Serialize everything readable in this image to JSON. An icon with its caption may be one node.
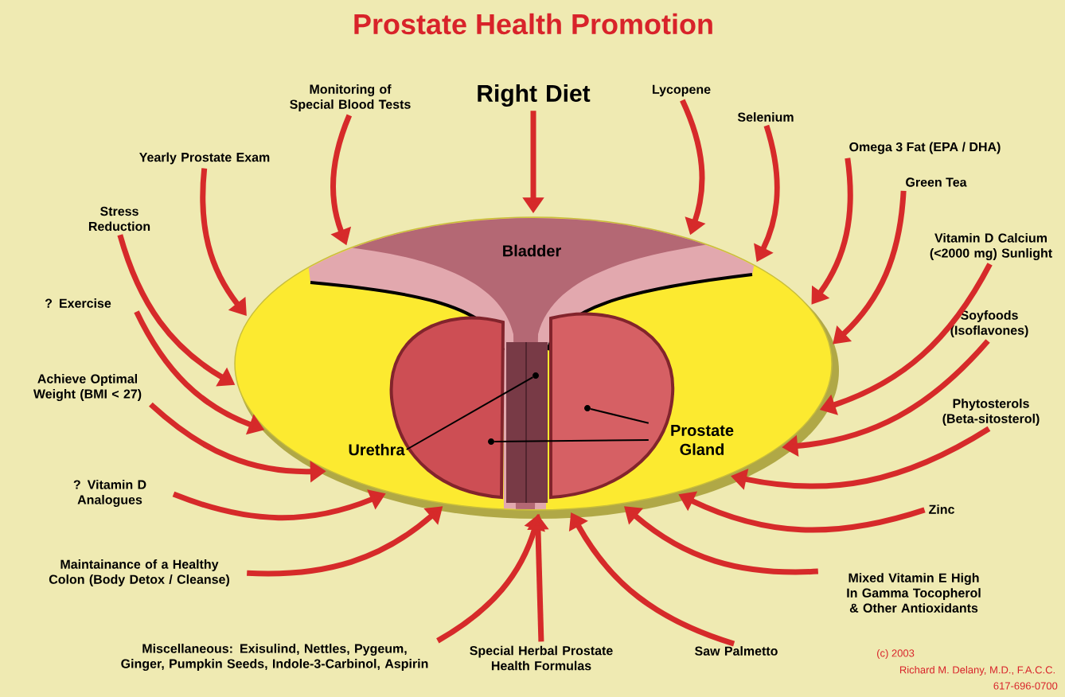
{
  "diagram": {
    "title": "Prostate Health Promotion",
    "nodes": [
      {
        "text": [
          "Bladder"
        ]
      },
      {
        "text": [
          "Urethra"
        ],
        "in": 0
      },
      {
        "text": [
          "Prostate Gland"
        ],
        "in": 0
      },
      {
        "text": [
          "Right Diet"
        ]
      },
      {
        "text": [
          "Monitoring of Special Blood Tests"
        ]
      },
      {
        "text": [
          "Yearly Prostate Exam"
        ]
      },
      {
        "text": [
          "Stress Reduction"
        ]
      },
      {
        "text": [
          "? Exercise"
        ]
      },
      {
        "text": [
          "Achieve Optimal Weight (BMI < 27)"
        ]
      },
      {
        "text": [
          "? Vitamin D Analogues"
        ]
      },
      {
        "text": [
          "Maintainance of a Healthy Colon (Body Detox / Cleanse)"
        ]
      },
      {
        "text": [
          "Miscellaneous: Exisulind, Nettles, Pygeum, Ginger, Pumpkin Seeds, Indole-3-Carbinol, Aspirin"
        ]
      },
      {
        "text": [
          "Special Herbal Prostate Health Formulas"
        ]
      },
      {
        "text": [
          "Saw Palmetto"
        ]
      },
      {
        "text": [
          "Mixed Vitamin E High In Gamma Tocopherol & Other Antioxidants"
        ]
      },
      {
        "text": [
          "Zinc"
        ]
      },
      {
        "text": [
          "Phytosterols (Beta-sitosterol)"
        ]
      },
      {
        "text": [
          "Soyfoods (Isoflavones)"
        ]
      },
      {
        "text": [
          "Vitamin D Calcium (<2000 mg) Sunlight"
        ]
      },
      {
        "text": [
          "Green Tea"
        ]
      },
      {
        "text": [
          "Omega 3 Fat (EPA / DHA)"
        ]
      },
      {
        "text": [
          "Selenium"
        ]
      },
      {
        "text": [
          "Lycopene"
        ]
      },
      {
        "text": [],
        "shape": "circle",
        "in": 0
      },
      {
        "text": [],
        "shape": "circle",
        "in": 0
      },
      {
        "text": [],
        "shape": "circle",
        "in": 0
      }
    ],
    "edges": [
      {
        "from": 3,
        "to": 0,
        "arrow": "to"
      },
      {
        "from": 4,
        "to": 0,
        "arrow": "to"
      },
      {
        "from": 5,
        "to": 0,
        "arrow": "to"
      },
      {
        "from": 6,
        "to": 0,
        "arrow": "to"
      },
      {
        "from": 7,
        "to": 0,
        "arrow": "to"
      },
      {
        "from": 8,
        "to": 0,
        "arrow": "to"
      },
      {
        "from": 9,
        "to": 0,
        "arrow": "to"
      },
      {
        "from": 10,
        "to": 0,
        "arrow": "to"
      },
      {
        "from": 11,
        "to": 0,
        "arrow": "to"
      },
      {
        "from": 12,
        "to": 0,
        "arrow": "to"
      },
      {
        "from": 13,
        "to": 0,
        "arrow": "to"
      },
      {
        "from": 14,
        "to": 0,
        "arrow": "to"
      },
      {
        "from": 15,
        "to": 0,
        "arrow": "to"
      },
      {
        "from": 16,
        "to": 0,
        "arrow": "to"
      },
      {
        "from": 17,
        "to": 0,
        "arrow": "to"
      },
      {
        "from": 18,
        "to": 0,
        "arrow": "to"
      },
      {
        "from": 19,
        "to": 0,
        "arrow": "to"
      },
      {
        "from": 20,
        "to": 0,
        "arrow": "to"
      },
      {
        "from": 21,
        "to": 0,
        "arrow": "to"
      },
      {
        "from": 22,
        "to": 0,
        "arrow": "to"
      },
      {
        "from": 1,
        "to": 23,
        "arrow": "none",
        "color": "#000000"
      },
      {
        "from": 2,
        "to": 24,
        "arrow": "none",
        "color": "#000000"
      },
      {
        "from": 2,
        "to": 25,
        "arrow": "none",
        "color": "#000000"
      }
    ],
    "labels": [
      "(c) 2003",
      "Richard M. Delany, M.D., F.A.C.C.",
      "617-696-0700"
    ]
  }
}
